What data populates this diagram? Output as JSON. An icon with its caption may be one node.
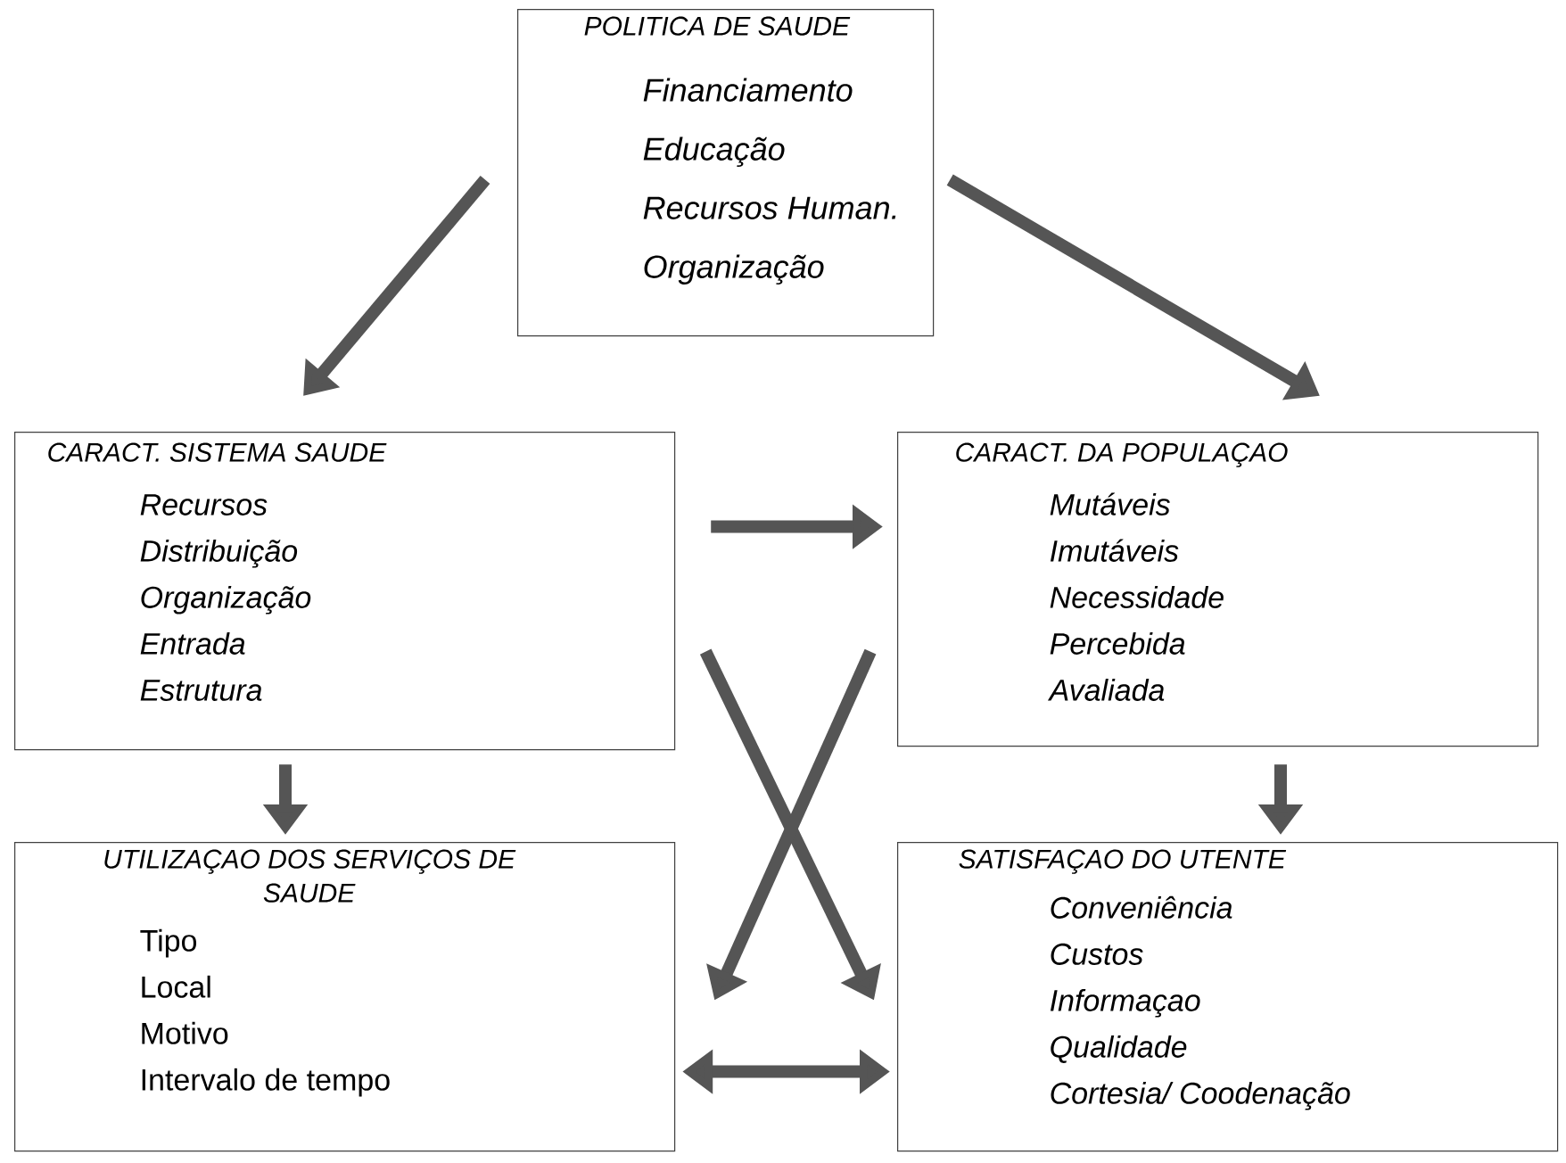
{
  "diagram": {
    "nodes": [
      {
        "text": [
          "POLITICA DE SAUDE",
          "Financiamento",
          "Educação",
          "Recursos Human.",
          "Organização"
        ]
      },
      {
        "text": [
          "CARACT. SISTEMA SAUDE",
          "Recursos",
          "Distribuição",
          "Organização",
          "Entrada",
          "Estrutura"
        ]
      },
      {
        "text": [
          "CARACT. DA POPULAÇAO",
          "Mutáveis",
          "Imutáveis",
          "Necessidade",
          "Percebida",
          "Avaliada"
        ]
      },
      {
        "text": [
          "UTILIZAÇAO DOS SERVIÇOS DE SAUDE",
          "Tipo",
          "Local",
          "Motivo",
          "Intervalo de tempo"
        ]
      },
      {
        "text": [
          "SATISFAÇAO DO UTENTE",
          "Conveniência",
          "Custos",
          "Informaçao",
          "Qualidade",
          "Cortesia/ Coodenação"
        ]
      }
    ],
    "edges": [
      {
        "from": 0,
        "to": 1,
        "arrow": "to"
      },
      {
        "from": 0,
        "to": 2,
        "arrow": "to"
      },
      {
        "from": 1,
        "to": 2,
        "arrow": "to"
      },
      {
        "from": 1,
        "to": 3,
        "arrow": "to"
      },
      {
        "from": 2,
        "to": 4,
        "arrow": "to"
      },
      {
        "from": 1,
        "to": 4,
        "arrow": "to"
      },
      {
        "from": 2,
        "to": 3,
        "arrow": "to"
      },
      {
        "from": 3,
        "to": 4,
        "arrow": "both"
      }
    ]
  }
}
